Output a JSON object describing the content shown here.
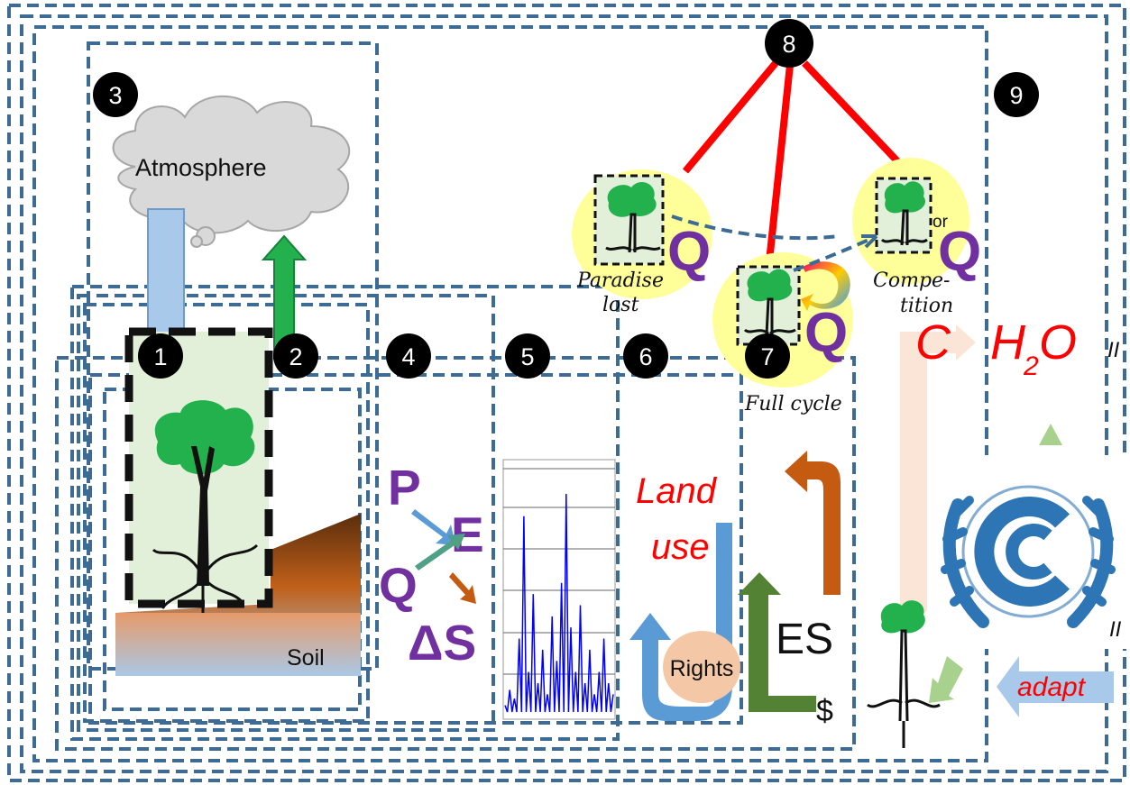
{
  "markers": [
    "1",
    "2",
    "3",
    "4",
    "5",
    "6",
    "7",
    "8",
    "9"
  ],
  "labels": {
    "atmosphere": "Atmosphere",
    "soil": "Soil",
    "land_use": "Land use",
    "rights": "Rights",
    "es": "ES",
    "dollar": "$",
    "paradise_lost": "Paradise lost",
    "competition": "Compe- tition",
    "or": "or",
    "full_cycle": "Full cycle",
    "adapt": "adapt",
    "c_letter": "C",
    "h2o_h": "H",
    "h2o_sub": "2",
    "h2o_o": "O",
    "edge_top": "II",
    "edge_bottom": "II"
  },
  "water_balance": {
    "p": "P",
    "e": "E",
    "q": "Q",
    "ds": "ΔS"
  },
  "q_symbols": [
    "Q",
    "Q",
    "Q"
  ],
  "hydrograph_peaks": [
    0.05,
    0.12,
    0.08,
    0.35,
    0.9,
    0.2,
    0.55,
    0.15,
    0.3,
    0.1,
    0.45,
    0.25,
    0.6,
    1.0,
    0.4,
    0.2,
    0.5,
    0.15,
    0.3,
    0.1,
    0.2,
    0.35,
    0.15,
    0.1
  ],
  "colors": {
    "frame": "#3d6b94",
    "red_link": "#ff0000",
    "yellow_bubble": "#ffff99",
    "purple_q": "#7030a0",
    "orange_arrow": "#c55a11",
    "green_arrow": "#548235",
    "blue_arrow": "#5b9bd5",
    "un_blue": "#2e75b6"
  }
}
